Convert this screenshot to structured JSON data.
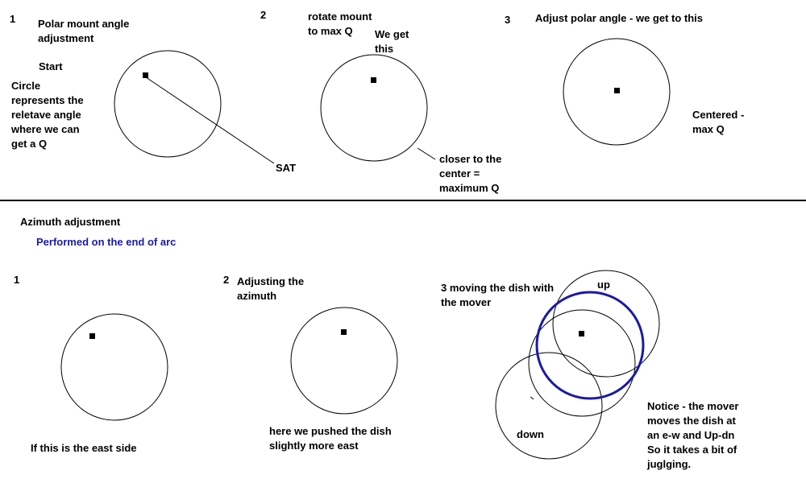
{
  "polar": {
    "heading": "Polar mount angle\nadjustment",
    "step1": {
      "num": "1",
      "start": "Start",
      "desc": "Circle\nrepresents the\nreletave angle\nwhere we can\nget a Q",
      "sat": "SAT"
    },
    "step2": {
      "num": "2",
      "text": "rotate mount\nto max Q",
      "we_get": "We get\nthis",
      "closer": "closer to the\ncenter =\nmaximum Q"
    },
    "step3": {
      "num": "3",
      "text": "Adjust polar angle - we get to this",
      "centered": "Centered -\nmax Q"
    }
  },
  "azimuth": {
    "heading": "Azimuth adjustment",
    "subheading": "Performed on the end of arc",
    "step1": {
      "num": "1",
      "caption": "If this is the east side"
    },
    "step2": {
      "num": "2",
      "text": "Adjusting the\nazimuth",
      "caption": "here we pushed the dish\nslightly more east"
    },
    "step3": {
      "text": "3 moving the dish with\nthe mover",
      "up": "up",
      "down": "down",
      "notice": "Notice - the mover\nmoves the dish at\nan e-w and Up-dn\nSo it takes a bit of\njuglging."
    }
  },
  "colors": {
    "ink": "#000000",
    "accent": "#1a1aa6"
  }
}
